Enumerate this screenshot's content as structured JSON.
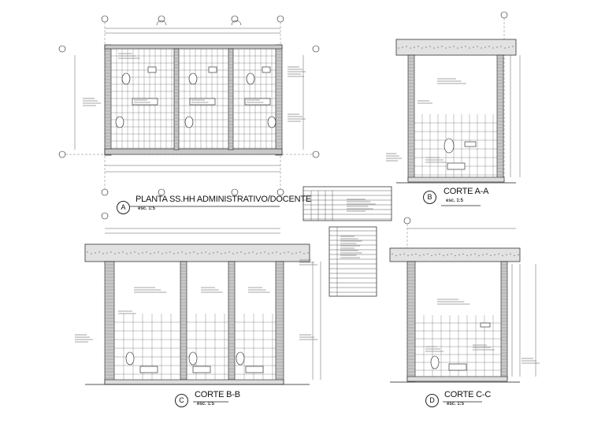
{
  "drawings": [
    {
      "letter": "A",
      "title": "PLANTA SS.HH ADMINISTRATIVO/DOCENTE",
      "scale": "esc. 1:5"
    },
    {
      "letter": "B",
      "title": "CORTE A-A",
      "scale": "esc. 1:5"
    },
    {
      "letter": "C",
      "title": "CORTE B-B",
      "scale": "esc. 1:5"
    },
    {
      "letter": "D",
      "title": "CORTE C-C",
      "scale": "esc. 1:5"
    }
  ],
  "colors": {
    "line": "#1a1a1a",
    "hatch": "#9a9a9a",
    "wall_fill": "#c9c9c9",
    "grid": "#555555"
  }
}
